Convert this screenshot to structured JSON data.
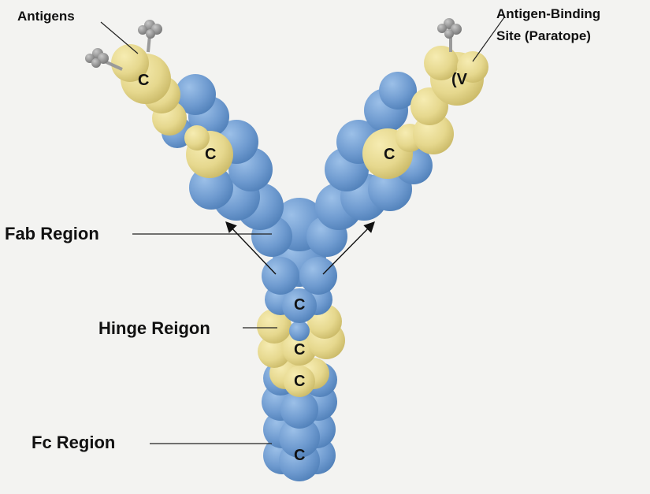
{
  "labels": {
    "antigens": "Antigens",
    "binding_site_line1": "Antigen-Binding",
    "binding_site_line2": "Site (Paratope)",
    "fab_region": "Fab Region",
    "hinge_region": "Hinge Reigon",
    "fc_region": "Fc Region"
  },
  "domains": {
    "left_arm_tip": "C",
    "left_arm_mid": "C",
    "right_arm_tip": "(V",
    "right_arm_mid": "C",
    "hinge_top": "C",
    "hinge_mid": "C",
    "hinge_low": "C",
    "fc_bottom": "C"
  },
  "colors": {
    "heavy_chain": "#6f9bd0",
    "light_chain": "#e6d88e",
    "antigen": "#8e8e8e",
    "background": "#f3f3f1",
    "text": "#111111"
  }
}
